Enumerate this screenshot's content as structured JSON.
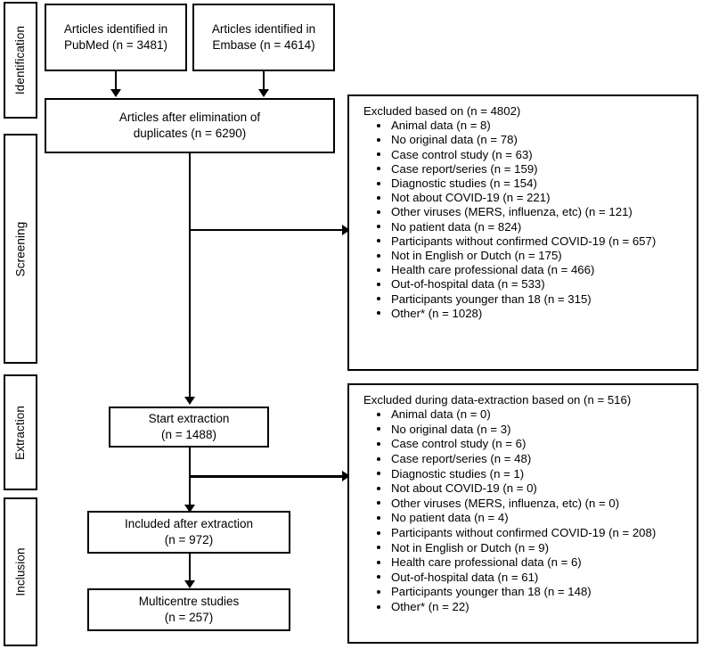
{
  "stages": [
    {
      "label": "Identification"
    },
    {
      "label": "Screening"
    },
    {
      "label": "Extraction"
    },
    {
      "label": "Inclusion"
    }
  ],
  "boxes": {
    "pubmed": {
      "line1": "Articles identified in",
      "line2": "PubMed (n = 3481)"
    },
    "embase": {
      "line1": "Articles identified in",
      "line2": "Embase (n = 4614)"
    },
    "dedup": {
      "line1": "Articles after elimination of",
      "line2": "duplicates  (n = 6290)"
    },
    "start": {
      "line1": "Start extraction",
      "line2": "(n = 1488)"
    },
    "included": {
      "line1": "Included after extraction",
      "line2": "(n = 972)"
    },
    "multi": {
      "line1": "Multicentre studies",
      "line2": "(n = 257)"
    }
  },
  "excluded_screening": {
    "header": "Excluded based on (n = 4802)",
    "items": [
      "Animal data (n = 8)",
      "No original data (n = 78)",
      "Case control study (n = 63)",
      "Case report/series (n = 159)",
      "Diagnostic studies (n = 154)",
      "Not about COVID-19 (n = 221)",
      "Other viruses (MERS, influenza, etc) (n = 121)",
      "No patient data (n = 824)",
      "Participants without confirmed COVID-19 (n = 657)",
      "Not in English or Dutch (n = 175)",
      "Health care professional data (n = 466)",
      "Out-of-hospital data (n = 533)",
      "Participants younger than 18 (n = 315)",
      "Other* (n = 1028)"
    ]
  },
  "excluded_extraction": {
    "header": "Excluded during data-extraction based on (n = 516)",
    "items": [
      "Animal data (n = 0)",
      "No original data (n = 3)",
      "Case control study (n = 6)",
      "Case report/series (n = 48)",
      "Diagnostic studies (n = 1)",
      "Not about COVID-19 (n = 0)",
      "Other viruses (MERS, influenza, etc) (n = 0)",
      "No patient data (n = 4)",
      "Participants without confirmed COVID-19 (n = 208)",
      "Not in English or Dutch (n = 9)",
      "Health care professional data (n = 6)",
      "Out-of-hospital data (n = 61)",
      "Participants younger than 18 (n = 148)",
      "Other* (n = 22)"
    ]
  },
  "colors": {
    "stroke": "#000000",
    "background": "#ffffff"
  }
}
